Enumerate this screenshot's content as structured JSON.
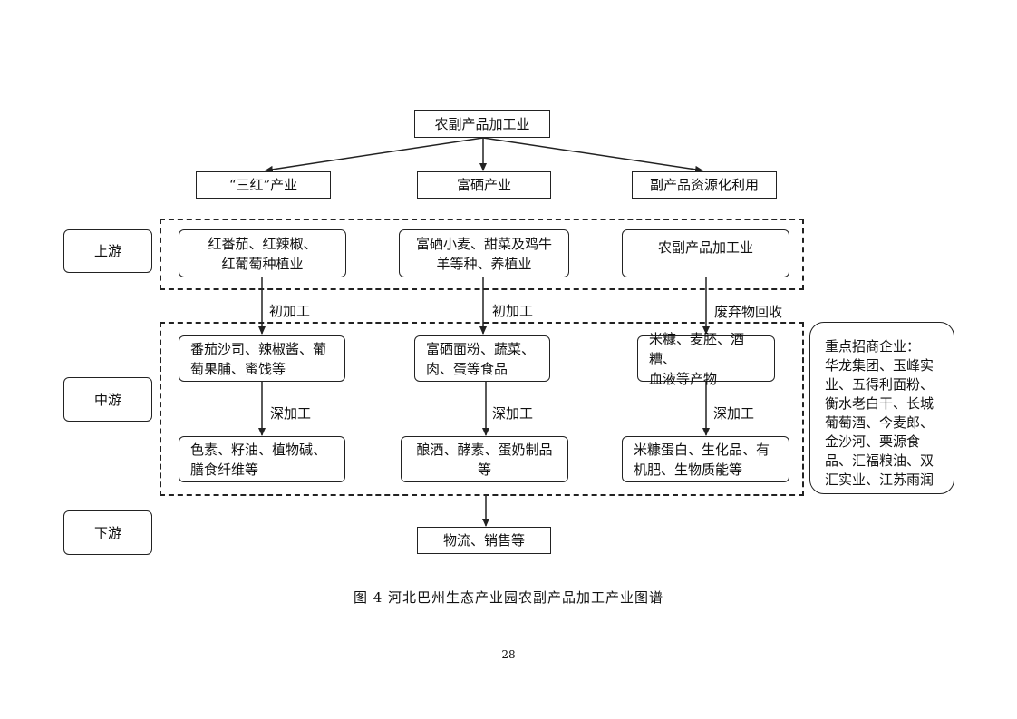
{
  "root": "农副产品加工业",
  "branches": [
    "“三红”产业",
    "富硒产业",
    "副产品资源化利用"
  ],
  "stages": {
    "upstream": "上游",
    "midstream": "中游",
    "downstream": "下游"
  },
  "upstream_boxes": [
    "红番茄、红辣椒、\n红葡萄种植业",
    "富硒小麦、甜菜及鸡牛\n羊等种、养植业",
    "农副产品加工业"
  ],
  "process_labels": {
    "primary": "初加工",
    "waste": "废弃物回收",
    "deep": "深加工"
  },
  "mid_boxes": [
    "番茄沙司、辣椒酱、葡\n萄果脯、蜜饯等",
    "富硒面粉、蔬菜、\n肉、蛋等食品",
    "米糠、麦胚、酒糟、\n血液等产物"
  ],
  "deep_boxes": [
    "色素、籽油、植物碱、\n膳食纤维等",
    "酿酒、酵素、蛋奶制品\n等",
    "米糠蛋白、生化品、有\n机肥、生物质能等"
  ],
  "downstream_box": "物流、销售等",
  "key_companies": "重点招商企业：\n华龙集团、玉峰实\n业、五得利面粉、\n衡水老白干、长城\n葡萄酒、今麦郎、\n金沙河、栗源食\n品、汇福粮油、双\n汇实业、江苏雨润",
  "caption": "图 4 河北巴州生态产业园农副产品加工产业图谱",
  "page_number": "28"
}
